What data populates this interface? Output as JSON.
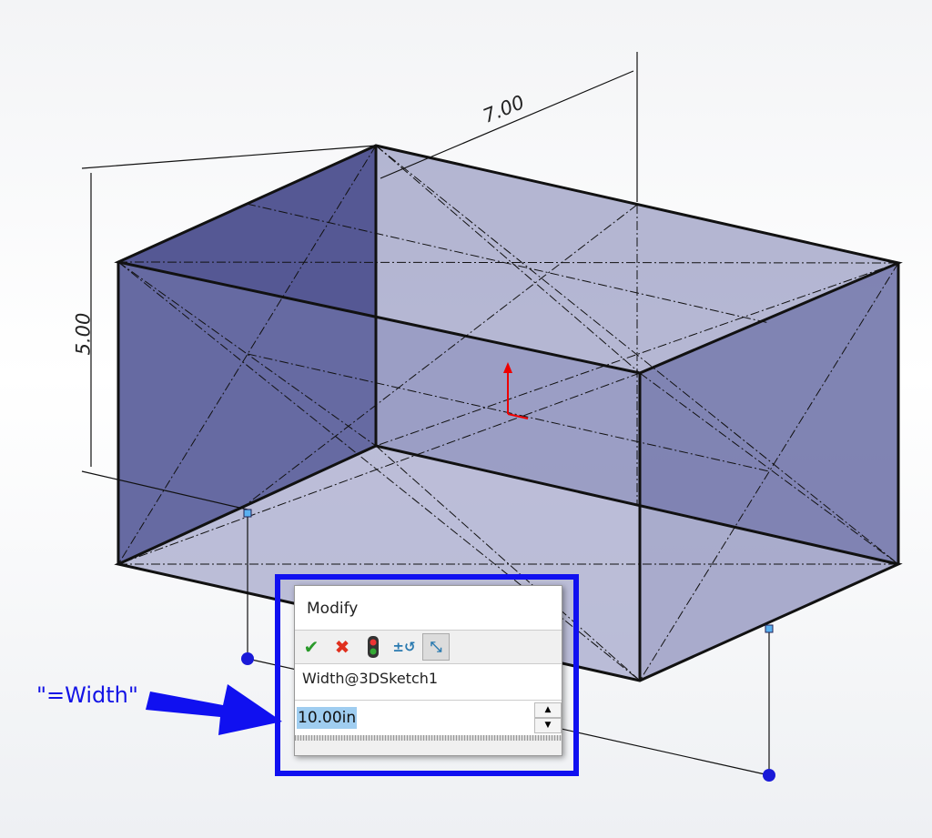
{
  "dimensions": {
    "height": "5.00",
    "depth": "7.00"
  },
  "annotation": {
    "label": "\"=Width\""
  },
  "modify_dialog": {
    "title": "Modify",
    "tools": [
      "ok-check",
      "cancel-x",
      "rebuild-traffic-light",
      "reverse-sense",
      "mark-for-drawing"
    ],
    "dimension_name": "Width@3DSketch1",
    "value": "10.00in"
  },
  "colors": {
    "highlight": "#1010f0",
    "face": "#5a5ea0"
  }
}
